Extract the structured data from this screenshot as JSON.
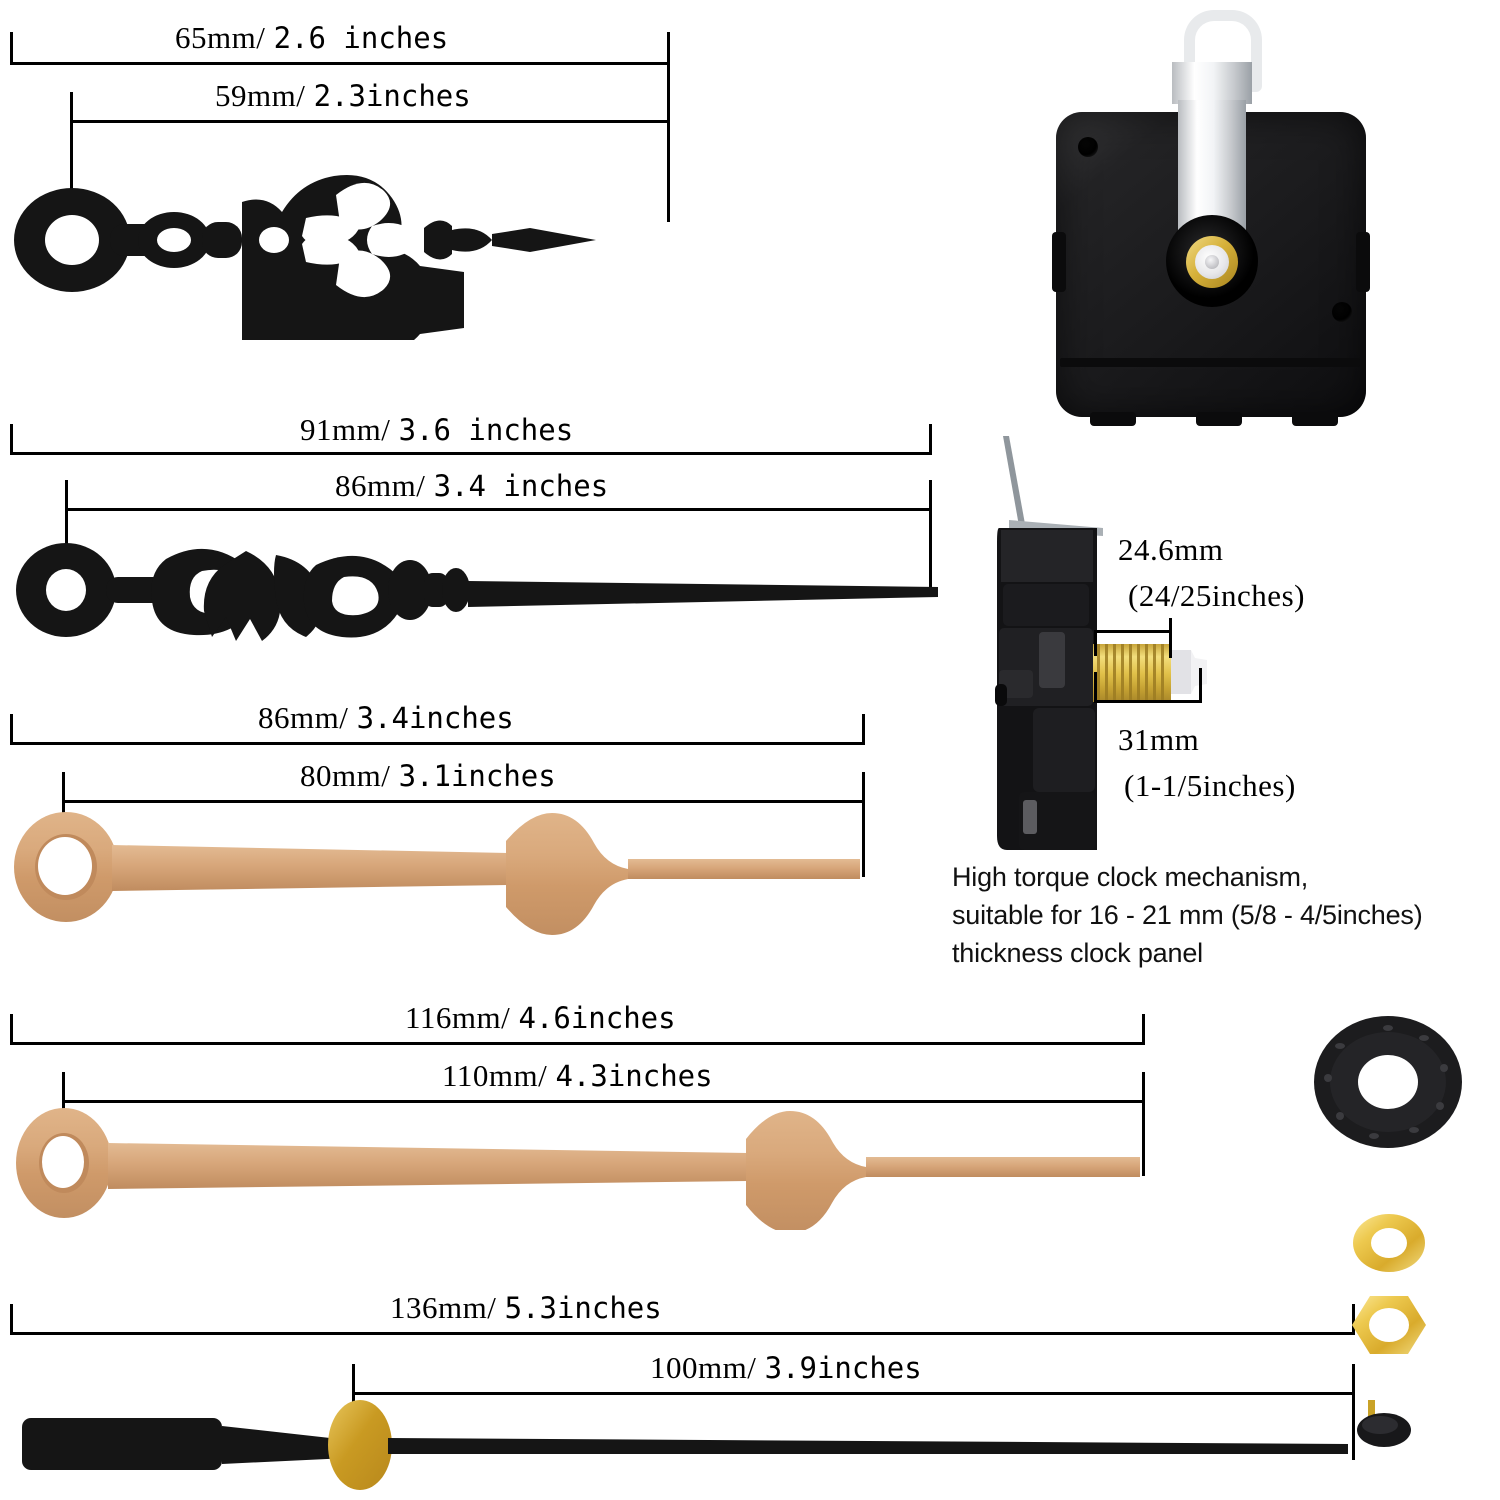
{
  "page": {
    "title": "Clock movement mechanism kit with hands — dimension diagram",
    "background": "#ffffff"
  },
  "colors": {
    "hand_black": "#151515",
    "hand_gold": "#d3a172",
    "gold_bright": "#c9a227",
    "brass": "#e8c54a",
    "silver": "#e8eaec",
    "motor_black": "#1a1a1c",
    "text": "#000000"
  },
  "items": [
    {
      "id": "ornate-hour-hand",
      "name": "Ornate black hour hand",
      "color": "#151515",
      "dims": [
        {
          "id": "outer",
          "text_mm": "65mm/",
          "text_in": "2.6 inches"
        },
        {
          "id": "inner",
          "text_mm": "59mm/",
          "text_in": "2.3inches"
        }
      ]
    },
    {
      "id": "ornate-minute-hand",
      "name": "Ornate black minute hand",
      "color": "#151515",
      "dims": [
        {
          "id": "outer",
          "text_mm": "91mm/",
          "text_in": "3.6 inches"
        },
        {
          "id": "inner",
          "text_mm": "86mm/",
          "text_in": "3.4 inches"
        }
      ]
    },
    {
      "id": "gold-hour-hand",
      "name": "Gold spade hour hand",
      "color": "#d3a172",
      "dims": [
        {
          "id": "outer",
          "text_mm": "86mm/",
          "text_in": "3.4inches"
        },
        {
          "id": "inner",
          "text_mm": "80mm/",
          "text_in": "3.1inches"
        }
      ]
    },
    {
      "id": "gold-minute-hand",
      "name": "Gold spade minute hand",
      "color": "#d3a172",
      "dims": [
        {
          "id": "outer",
          "text_mm": "116mm/",
          "text_in": "4.6inches"
        },
        {
          "id": "inner",
          "text_mm": "110mm/",
          "text_in": "4.3inches"
        }
      ]
    },
    {
      "id": "second-hand",
      "name": "Black second hand with gold counterweight disc",
      "color": "#151515",
      "dims": [
        {
          "id": "outer",
          "text_mm": "136mm/",
          "text_in": "5.3inches"
        },
        {
          "id": "inner",
          "text_mm": "100mm/",
          "text_in": "3.9inches"
        }
      ]
    }
  ],
  "motor": {
    "front_name": "Clock movement front view",
    "side_name": "Clock movement side view",
    "shaft_dims": [
      {
        "id": "thread-length",
        "line1": "24.6mm",
        "line2": "(24/25inches)"
      },
      {
        "id": "total-shaft-length",
        "line1": "31mm",
        "line2": "(1-1/5inches)"
      }
    ],
    "description": "High torque clock mechanism,\nsuitable for 16 - 21 mm (5/8 - 4/5inches)\nthickness clock panel"
  },
  "accessories": [
    {
      "id": "rubber-washer",
      "name": "Black rubber washer"
    },
    {
      "id": "brass-washer",
      "name": "Brass flat washer"
    },
    {
      "id": "brass-hex-nut",
      "name": "Brass hex nut"
    },
    {
      "id": "black-cap-nut",
      "name": "Black cap pin"
    }
  ]
}
